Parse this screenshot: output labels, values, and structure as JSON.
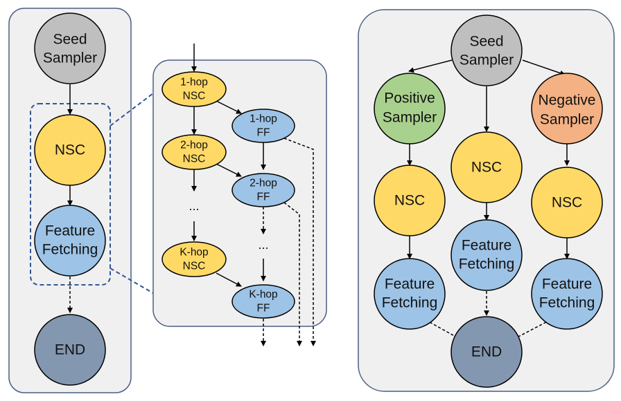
{
  "colors": {
    "panel_fill": "#f0f0f0",
    "panel_stroke": "#4a5f80",
    "seed": "#bfbfbf",
    "nsc": "#ffd966",
    "feature": "#9dc3e6",
    "end": "#8497b0",
    "positive": "#a9d18e",
    "negative": "#f4b183",
    "node_stroke": "#000000",
    "dash_box": "#2f5597"
  },
  "left_pipeline": {
    "seed": [
      "Seed",
      "Sampler"
    ],
    "nsc": "NSC",
    "feature": [
      "Feature",
      "Fetching"
    ],
    "end": "END"
  },
  "middle_pipeline": {
    "nsc_1": [
      "1-hop",
      "NSC"
    ],
    "ff_1": [
      "1-hop",
      "FF"
    ],
    "nsc_2": [
      "2-hop",
      "NSC"
    ],
    "ff_2": [
      "2-hop",
      "FF"
    ],
    "ellipsis_nsc": "...",
    "ellipsis_ff": "...",
    "nsc_k": [
      "K-hop",
      "NSC"
    ],
    "ff_k": [
      "K-hop",
      "FF"
    ]
  },
  "right_pipeline": {
    "seed": [
      "Seed",
      "Sampler"
    ],
    "positive": [
      "Positive",
      "Sampler"
    ],
    "negative": [
      "Negative",
      "Sampler"
    ],
    "nsc_left": "NSC",
    "nsc_center": "NSC",
    "nsc_right": "NSC",
    "feature_left": [
      "Feature",
      "Fetching"
    ],
    "feature_center": [
      "Feature",
      "Fetching"
    ],
    "feature_right": [
      "Feature",
      "Fetching"
    ],
    "end": "END"
  }
}
